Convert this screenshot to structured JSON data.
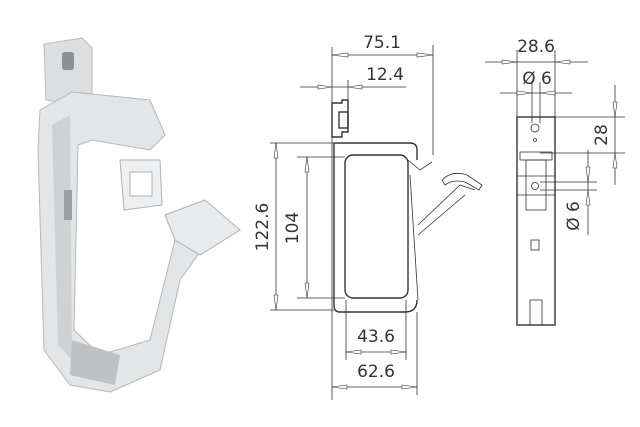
{
  "side_view": {
    "overall_width": "75.1",
    "mount_offset": "12.4",
    "overall_height": "122.6",
    "inner_height": "104",
    "inner_width": "43.6",
    "base_width": "62.6"
  },
  "front_view": {
    "width": "28.6",
    "top_hole_diameter": "Ø 6",
    "hole_spacing": "28",
    "lower_hole_diameter": "Ø 6"
  }
}
